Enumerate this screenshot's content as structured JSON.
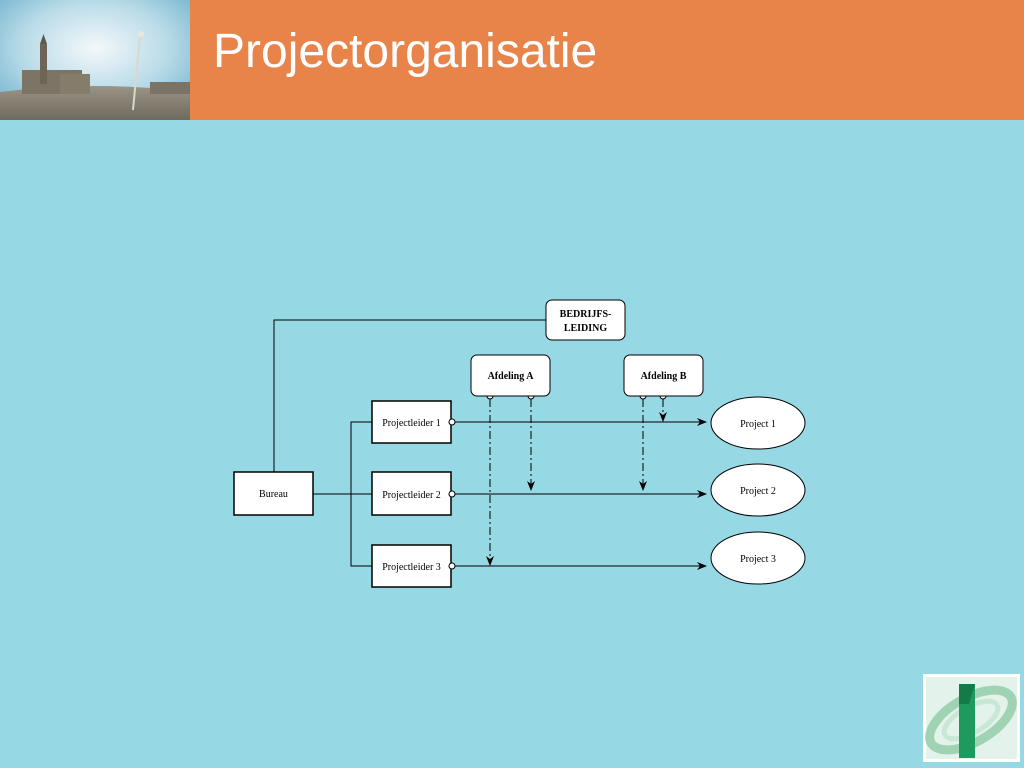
{
  "header": {
    "title": "Projectorganisatie",
    "color": "#e8834a"
  },
  "background_color": "#96d8e4",
  "diagram": {
    "management": [
      "BEDRIJFS-",
      "LEIDING"
    ],
    "departments": [
      "Afdeling A",
      "Afdeling B"
    ],
    "bureau": "Bureau",
    "project_leaders": [
      "Projectleider 1",
      "Projectleider 2",
      "Projectleider 3"
    ],
    "projects": [
      "Project 1",
      "Project 2",
      "Project 3"
    ]
  },
  "icons": {
    "header_photo": "city-square-photo",
    "logo": "company-logo"
  }
}
